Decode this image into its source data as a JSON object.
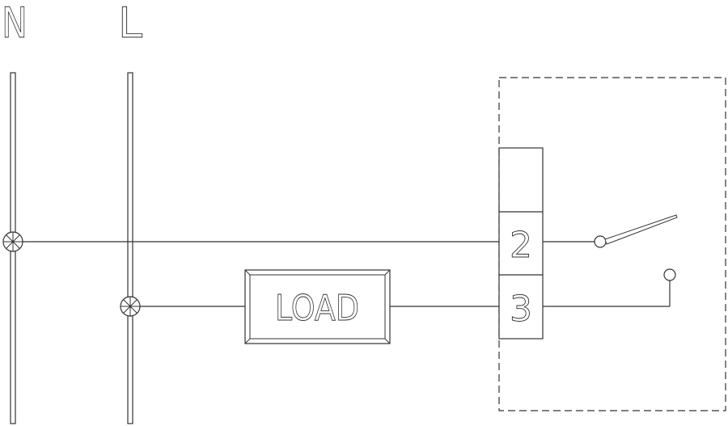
{
  "rails": {
    "neutral_label": "N",
    "line_label": "L"
  },
  "load": {
    "label": "LOAD"
  },
  "terminals": [
    {
      "number": "2"
    },
    {
      "number": "3"
    }
  ]
}
